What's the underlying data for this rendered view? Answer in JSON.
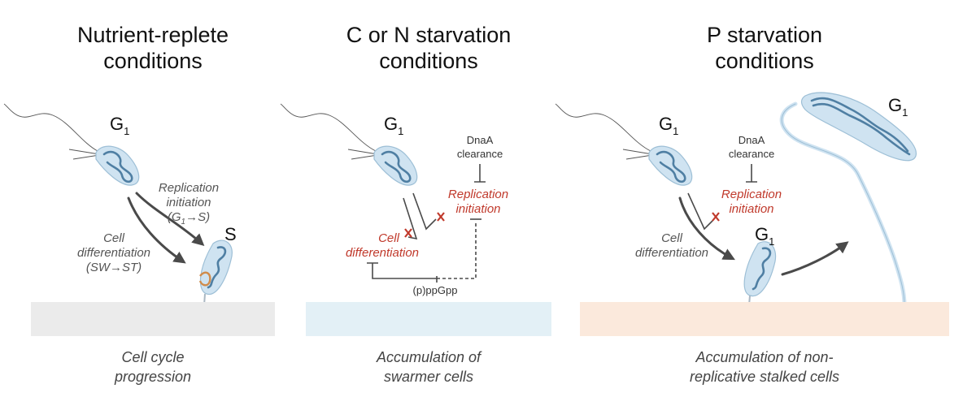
{
  "panels": [
    {
      "title_line1": "Nutrient-replete",
      "title_line2": "conditions",
      "cell_label_g1": "G",
      "cell_label_g1_sub": "1",
      "replication_line1": "Replication",
      "replication_line2": "initiation",
      "replication_line3_pre": "(G",
      "replication_line3_sub": "1",
      "replication_line3_post": "→S)",
      "differentiation_line1": "Cell",
      "differentiation_line2": "differentiation",
      "differentiation_line3": "(SW→ST)",
      "cell_label_s": "S",
      "surface_color": "#ebebeb",
      "caption_line1": "Cell cycle",
      "caption_line2": "progression"
    },
    {
      "title_line1": "C or N starvation",
      "title_line2": "conditions",
      "cell_label_g1": "G",
      "cell_label_g1_sub": "1",
      "dnaa_line1": "DnaA",
      "dnaa_line2": "clearance",
      "replication_line1": "Replication",
      "replication_line2": "initiation",
      "differentiation_line1": "Cell",
      "differentiation_line2": "differentiation",
      "alarmone": "(p)ppGpp",
      "surface_color": "#e3f0f6",
      "caption_line1": "Accumulation of",
      "caption_line2": "swarmer cells"
    },
    {
      "title_line1": "P starvation",
      "title_line2": "conditions",
      "cell_label_g1": "G",
      "cell_label_g1_sub": "1",
      "dnaa_line1": "DnaA",
      "dnaa_line2": "clearance",
      "replication_line1": "Replication",
      "replication_line2": "initiation",
      "differentiation_line1": "Cell",
      "differentiation_line2": "differentiation",
      "cell_label_g1_b": "G",
      "cell_label_g1_b_sub": "1",
      "cell_label_g1_c": "G",
      "cell_label_g1_c_sub": "1",
      "surface_color": "#fbe9dc",
      "caption_line1": "Accumulation of non-",
      "caption_line2": "replicative stalked cells"
    }
  ],
  "colors": {
    "cell_fill": "#cfe3f1",
    "chromosome": "#4f7fa3",
    "inhibited_text": "#c0392b",
    "arrow": "#4a4a4a",
    "replicating_dna": "#d08b4a"
  }
}
